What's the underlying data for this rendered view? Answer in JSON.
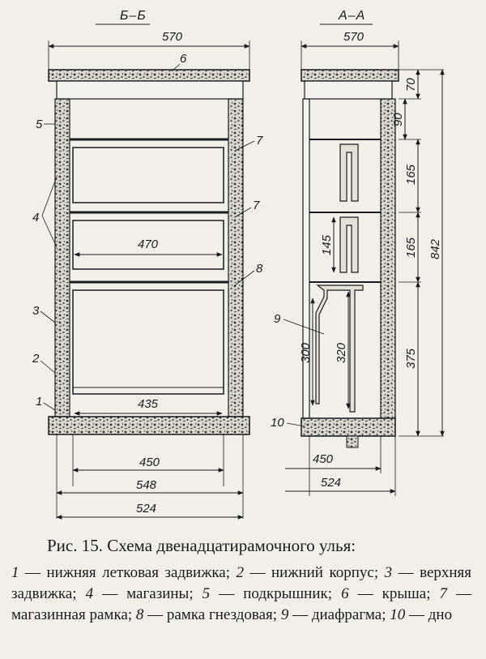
{
  "sections": {
    "left": "Б–Б",
    "right": "А–А"
  },
  "dimensions": {
    "left": {
      "top_width": "570",
      "inner_width": "470",
      "bottom_frame_width": "435",
      "bottom_450": "450",
      "bottom_548": "548",
      "bottom_524": "524"
    },
    "right": {
      "top_width": "570",
      "roof_h": "70",
      "sub_h": "90",
      "store1_h": "165",
      "store2_h": "165",
      "total_h": "842",
      "frame_store_h": "145",
      "nest_h": "375",
      "diaphragm_300": "300",
      "frame_nest_h": "320",
      "bottom_450": "450",
      "bottom_524": "524"
    }
  },
  "part_labels": [
    "1",
    "2",
    "3",
    "4",
    "5",
    "6",
    "7",
    "7",
    "8",
    "9",
    "10"
  ],
  "caption": {
    "title": "Рис. 15. Схема двенадцатирамочного улья:",
    "legend": [
      {
        "num": "1",
        "text": "— нижняя летковая задвижка;"
      },
      {
        "num": "2",
        "text": "— нижний корпус;"
      },
      {
        "num": "3",
        "text": "— верхняя задвижка;"
      },
      {
        "num": "4",
        "text": "— магазины;"
      },
      {
        "num": "5",
        "text": "— подкрышник;"
      },
      {
        "num": "6",
        "text": "— крыша;"
      },
      {
        "num": "7",
        "text": "— магазинная рамка;"
      },
      {
        "num": "8",
        "text": "— рамка гнездовая;"
      },
      {
        "num": "9",
        "text": "— диафрагма;"
      },
      {
        "num": "10",
        "text": "— дно"
      }
    ]
  }
}
